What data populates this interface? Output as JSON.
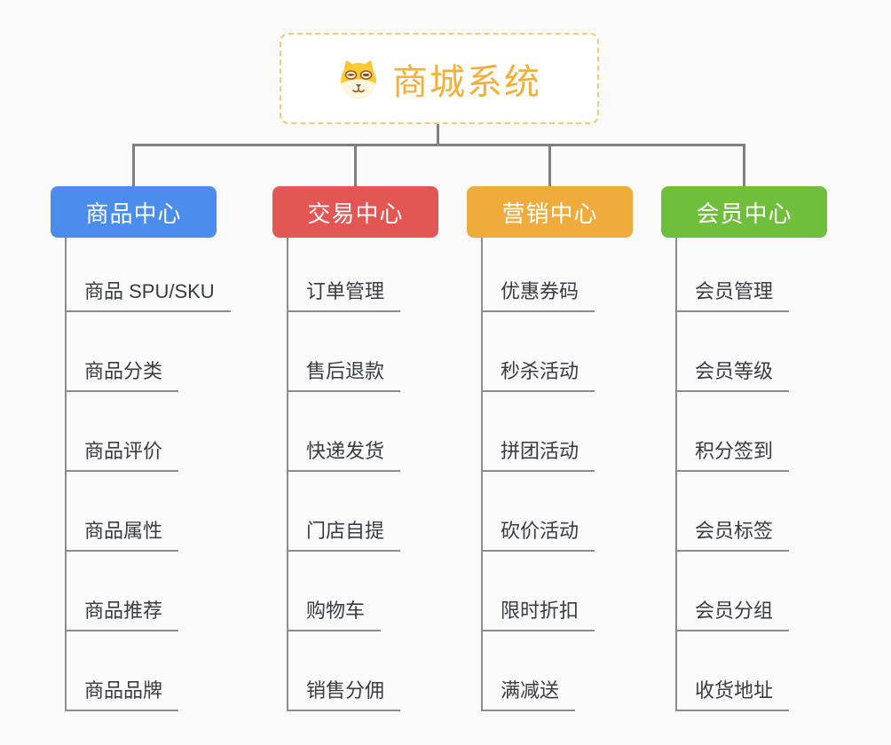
{
  "root": {
    "title": "商城系统",
    "icon": "shiba-dog-icon",
    "title_color": "#f2af3d",
    "border_color": "#f6c87c"
  },
  "connector_color": "#7f7f7f",
  "branches": [
    {
      "label": "商品中心",
      "color": "#4b8deb",
      "items": [
        "商品 SPU/SKU",
        "商品分类",
        "商品评价",
        "商品属性",
        "商品推荐",
        "商品品牌"
      ]
    },
    {
      "label": "交易中心",
      "color": "#e25754",
      "items": [
        "订单管理",
        "售后退款",
        "快递发货",
        "门店自提",
        "购物车",
        "销售分佣"
      ]
    },
    {
      "label": "营销中心",
      "color": "#efac3c",
      "items": [
        "优惠券码",
        "秒杀活动",
        "拼团活动",
        "砍价活动",
        "限时折扣",
        "满减送"
      ]
    },
    {
      "label": "会员中心",
      "color": "#6fbe3c",
      "items": [
        "会员管理",
        "会员等级",
        "积分签到",
        "会员标签",
        "会员分组",
        "收货地址"
      ]
    }
  ]
}
